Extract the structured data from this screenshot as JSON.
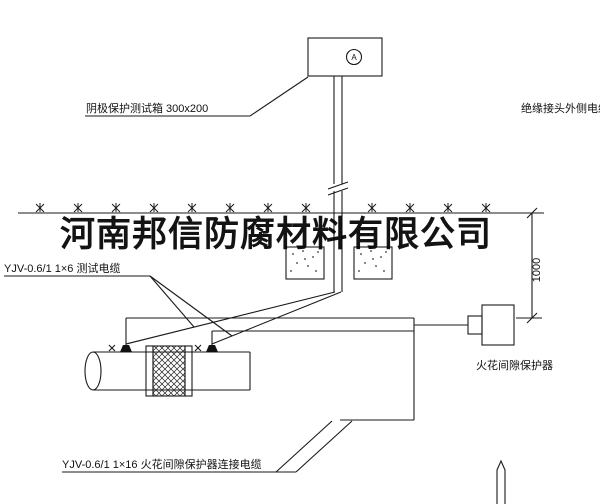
{
  "watermark": {
    "text": "河南邦信防腐材料有限公司"
  },
  "labels": {
    "test_box": "阴极保护测试箱 300x200",
    "outer_cable": "绝缘接头外侧电缆",
    "test_cable": "YJV-0.6/1  1×6   测试电缆",
    "protector": "火花间隙保护器",
    "protector_cable": "YJV-0.6/1  1×16   火花间隙保护器连接电缆",
    "dimension": "1000",
    "meter": "A"
  },
  "colors": {
    "line": "#1a1a1a",
    "background": "#ffffff",
    "watermark": "#000000"
  }
}
